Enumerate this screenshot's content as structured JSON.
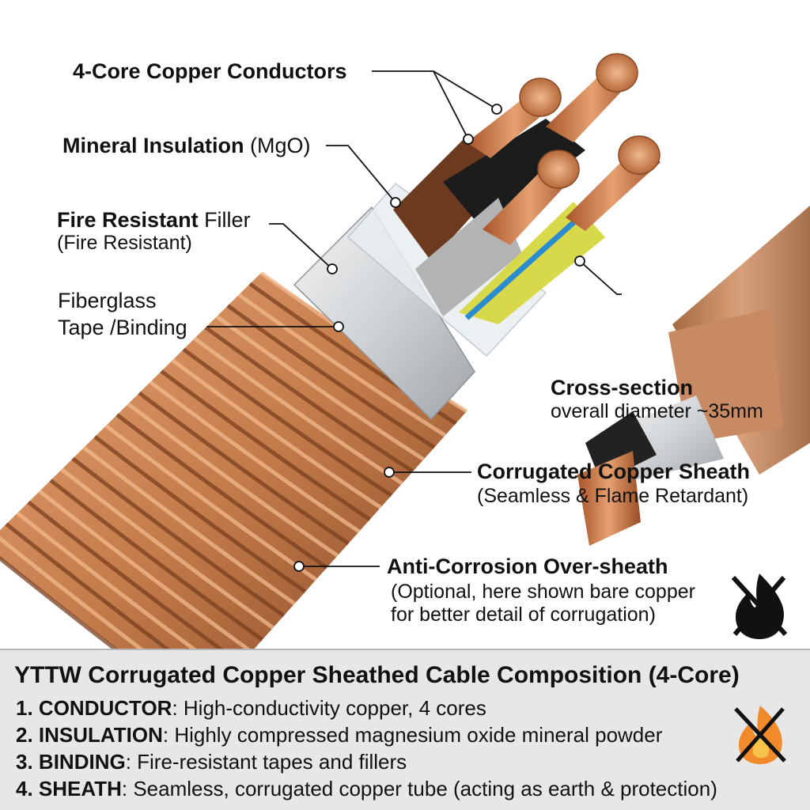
{
  "labels": {
    "conductors": {
      "bold": "4-Core Copper Conductors"
    },
    "mineral": {
      "bold": "Mineral Insulation",
      "rest": " (MgO)"
    },
    "filler": {
      "bold": "Fire Resistant",
      "rest": " Filler",
      "line2": "(Fire Resistant)"
    },
    "fiberglass": {
      "line1": "Fiberglass",
      "line2": "Tape /Binding"
    },
    "cross_section": {
      "bold": "Cross-section",
      "line2": "overall diameter ~35mm"
    },
    "sheath": {
      "bold": "Corrugated Copper Sheath",
      "line2": "(Seamless & Flame Retardant)"
    },
    "over_sheath": {
      "bold": "Anti-Corrosion Over-sheath",
      "line2": "(Optional, here shown bare copper",
      "line3": "for better detail of corrugation)"
    }
  },
  "panel": {
    "title": "YTTW Corrugated Copper Sheathed Cable Composition (4-Core)",
    "items": [
      {
        "num": "1. ",
        "key": "CONDUCTOR",
        "desc": ": High-conductivity copper, 4 cores"
      },
      {
        "num": "2. ",
        "key": "INSULATION",
        "desc": ": Highly compressed magnesium oxide mineral powder"
      },
      {
        "num": "3. ",
        "key": "BINDING",
        "desc": ": Fire-resistant tapes and fillers"
      },
      {
        "num": "4. ",
        "key": "SHEATH",
        "desc": ": Seamless, corrugated copper tube (acting as earth & protection)"
      }
    ]
  },
  "icons": [
    "no-fire-icon",
    "no-fire-color-icon"
  ],
  "colors": {
    "copper": "#c9804f",
    "copper_dark": "#8a4a26",
    "brown": "#6b3a1f",
    "black": "#1a1a1a",
    "grey": "#a9a9a9",
    "yellow_green": "#d6d84a",
    "panel_bg": "#e7e7e7"
  }
}
